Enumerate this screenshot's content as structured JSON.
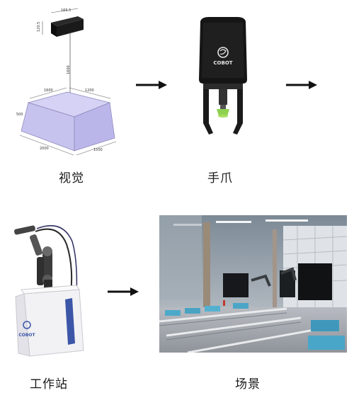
{
  "steps": [
    {
      "id": "vision",
      "label": "视觉"
    },
    {
      "id": "gripper",
      "label": "手爪"
    },
    {
      "id": "workstation",
      "label": "工作站"
    },
    {
      "id": "scene",
      "label": "场景"
    }
  ],
  "vision_dims": {
    "camera_width": "165.5",
    "camera_side": "120.5",
    "height": "1600",
    "field_w": "1600",
    "field_d": "1200",
    "field_h": "500",
    "base_w": "2000",
    "base_d": "1500"
  },
  "brand": {
    "gripper_logo": "COBOT",
    "workstation_logo": "COBOT"
  },
  "colors": {
    "arrow": "#111111",
    "gripper_body": "#141414",
    "suction": "#8fd14f",
    "fov": "#c9c6f2"
  }
}
